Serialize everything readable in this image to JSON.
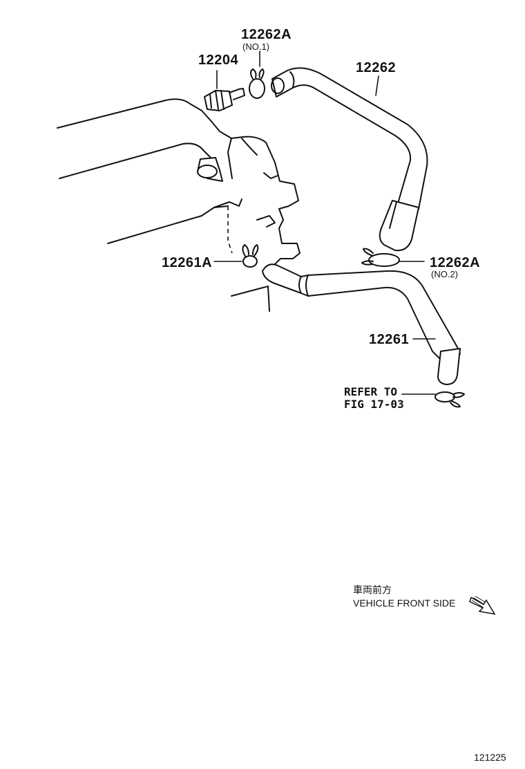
{
  "labels": {
    "p12262a_no1": "12262A",
    "p12262a_no1_note": "(NO.1)",
    "p12204": "12204",
    "p12262": "12262",
    "p12261a": "12261A",
    "p12262a_no2": "12262A",
    "p12262a_no2_note": "(NO.2)",
    "p12261": "12261",
    "refer_line1": "REFER TO",
    "refer_line2": "FIG 17-03"
  },
  "direction": {
    "japanese": "車両前方",
    "english": "VEHICLE FRONT SIDE",
    "arrow_icon": "arrow-down-right-icon"
  },
  "catalog_number": "121225"
}
